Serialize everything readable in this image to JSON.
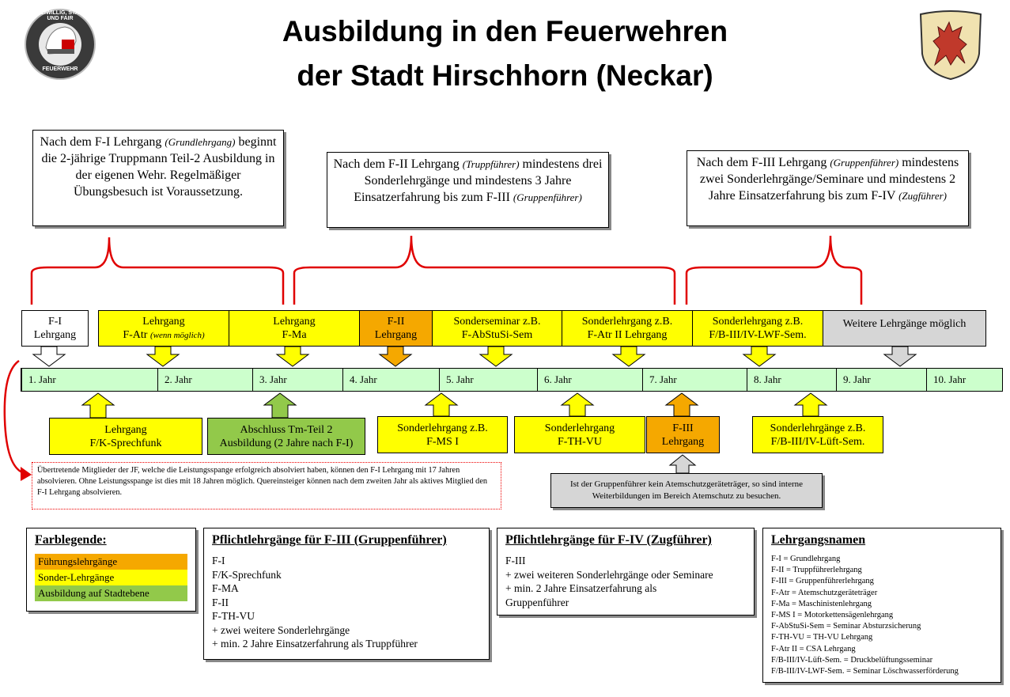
{
  "title": {
    "line1": "Ausbildung in den Feuerwehren",
    "line2": "der Stadt Hirschhorn (Neckar)"
  },
  "logo_left": {
    "text_top": "FREIWILLIG, STARK UND FAIR",
    "text_bottom": "FEUERWEHR"
  },
  "notes": [
    {
      "pre": "Nach dem F-I Lehrgang ",
      "em": "(Grundlehrgang)",
      "post": " beginnt die  2-jährige Truppmann Teil-2 Ausbildung in der eigenen Wehr. Regelmäßiger Übungsbesuch ist Voraussetzung."
    },
    {
      "pre": "Nach dem F-II Lehrgang ",
      "em": "(Truppführer)",
      "post": " mindestens drei Sonderlehrgänge und mindestens 3 Jahre Einsatzerfahrung bis zum F-III ",
      "em2": "(Gruppenführer)"
    },
    {
      "pre": "Nach dem F-III Lehrgang ",
      "em": "(Gruppenführer)",
      "post": " mindestens zwei Sonderlehrgänge/Seminare und mindestens 2 Jahre Einsatzerfahrung bis zum F-IV ",
      "em2": "(Zugführer)"
    }
  ],
  "top_boxes": [
    {
      "l1": "F-I",
      "l2": "Lehrgang",
      "color": "white"
    },
    {
      "l1": "Lehrgang",
      "l2": "F-Atr ",
      "em": "(wenn möglich)",
      "color": "yellow"
    },
    {
      "l1": "Lehrgang",
      "l2": "F-Ma",
      "color": "yellow"
    },
    {
      "l1": "F-II",
      "l2": "Lehrgang",
      "color": "orange"
    },
    {
      "l1": "Sonderseminar z.B.",
      "l2": "F-AbStuSi-Sem",
      "color": "yellow"
    },
    {
      "l1": "Sonderlehrgang z.B.",
      "l2": "F-Atr II Lehrgang",
      "color": "yellow"
    },
    {
      "l1": "Sonderlehrgang z.B.",
      "l2": "F/B-III/IV-LWF-Sem.",
      "color": "yellow"
    },
    {
      "l1": "Weitere Lehrgänge möglich",
      "l2": "",
      "color": "grey"
    }
  ],
  "years": [
    "1. Jahr",
    "2. Jahr",
    "3. Jahr",
    "4. Jahr",
    "5. Jahr",
    "6. Jahr",
    "7. Jahr",
    "8. Jahr",
    "9. Jahr",
    "10. Jahr"
  ],
  "bottom_boxes": [
    {
      "l1": "Lehrgang",
      "l2": "F/K-Sprechfunk",
      "color": "yellow"
    },
    {
      "l1": "Abschluss Tm-Teil 2",
      "l2": "Ausbildung (2 Jahre nach F-I)",
      "color": "green"
    },
    {
      "l1": "Sonderlehrgang z.B.",
      "l2": "F-MS I",
      "color": "yellow"
    },
    {
      "l1": "Sonderlehrgang",
      "l2": "F-TH-VU",
      "color": "yellow"
    },
    {
      "l1": "F-III",
      "l2": "Lehrgang",
      "color": "orange"
    },
    {
      "l1": "Sonderlehrgänge z.B.",
      "l2": "F/B-III/IV-Lüft-Sem.",
      "color": "yellow"
    }
  ],
  "hint": "Übertretende Mitglieder der JF, welche die Leistungsspange erfolgreich absolviert haben, können den F-I Lehrgang mit 17 Jahren absolvieren. Ohne Leistungsspange ist dies mit 18 Jahren möglich. Quereinsteiger können nach dem zweiten Jahr als aktives Mitglied den F-I Lehrgang absolvieren.",
  "grey_note": "Ist der Gruppenführer kein Atemschutzgeräteträger, so sind interne Weiterbildungen im Bereich Atemschutz zu besuchen.",
  "legend": {
    "title": "Farblegende:",
    "items": [
      {
        "label": "Führungslehrgänge",
        "color": "#f5a800"
      },
      {
        "label": "Sonder-Lehrgänge",
        "color": "#ffff00"
      },
      {
        "label": "Ausbildung auf Stadtebene",
        "color": "#92c94a"
      }
    ]
  },
  "f3": {
    "title": "Pflichtlehrgänge für F-III (Gruppenführer)",
    "lines": [
      "F-I",
      "F/K-Sprechfunk",
      "F-MA",
      "F-II",
      "F-TH-VU",
      "+ zwei weitere Sonderlehrgänge",
      "+ min. 2 Jahre Einsatzerfahrung als Truppführer"
    ]
  },
  "f4": {
    "title": "Pflichtlehrgänge für F-IV (Zugführer)",
    "lines": [
      "F-III",
      "+ zwei weiteren Sonderlehrgänge oder Seminare",
      "+ min. 2 Jahre Einsatzerfahrung als",
      "Gruppenführer"
    ]
  },
  "names": {
    "title": "Lehrgangsnamen",
    "lines": [
      "F-I = Grundlehrgang",
      "F-II = Truppführerlehrgang",
      "F-III = Gruppenführerlehrgang",
      "F-Atr = Atemschutzgeräteträger",
      "F-Ma = Maschinistenlehrgang",
      "F-MS I = Motorkettensägenlehrgang",
      "F-AbStuSi-Sem = Seminar Absturzsicherung",
      "F-TH-VU = TH-VU Lehrgang",
      "F-Atr II = CSA Lehrgang",
      "F/B-III/IV-Lüft-Sem. = Druckbelüftungsseminar",
      "F/B-III/IV-LWF-Sem. = Seminar Löschwasserförderung"
    ]
  }
}
